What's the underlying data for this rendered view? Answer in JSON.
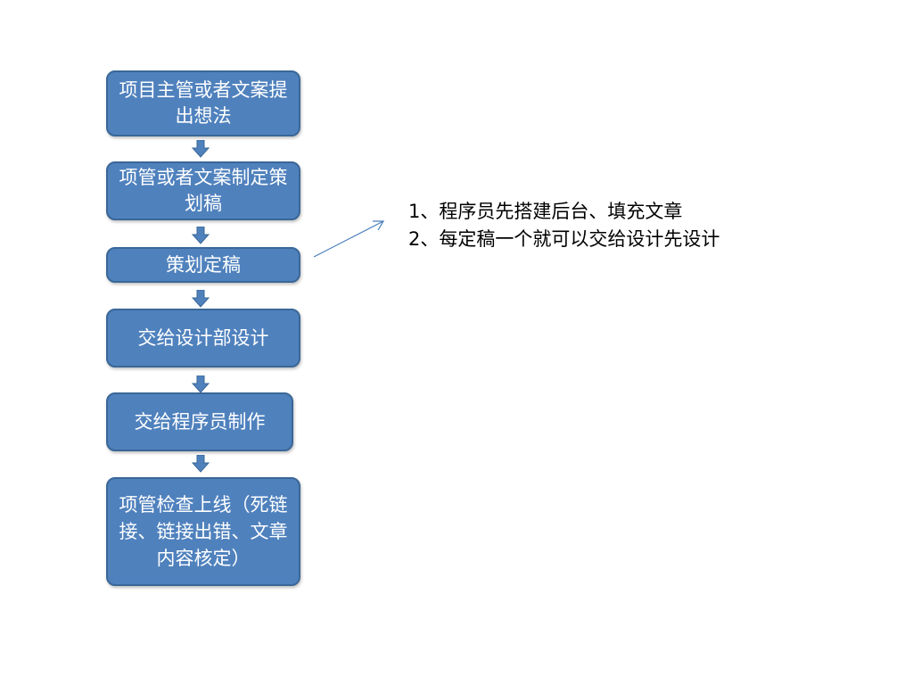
{
  "flow": {
    "steps": [
      {
        "label": "项目主管或者文案提出想法"
      },
      {
        "label": "项管或者文案制定策划稿"
      },
      {
        "label": "策划定稿"
      },
      {
        "label": "交给设计部设计"
      },
      {
        "label": "交给程序员制作"
      },
      {
        "label": "项管检查上线（死链接、链接出错、文章内容核定）"
      }
    ]
  },
  "notes": {
    "line1": "1、程序员先搭建后台、填充文章",
    "line2": "2、每定稿一个就可以交给设计先设计"
  },
  "colors": {
    "box_fill": "#4f81bd",
    "box_border": "#3a6797",
    "arrow": "#4f81bd",
    "connector": "#4a7ebb"
  }
}
